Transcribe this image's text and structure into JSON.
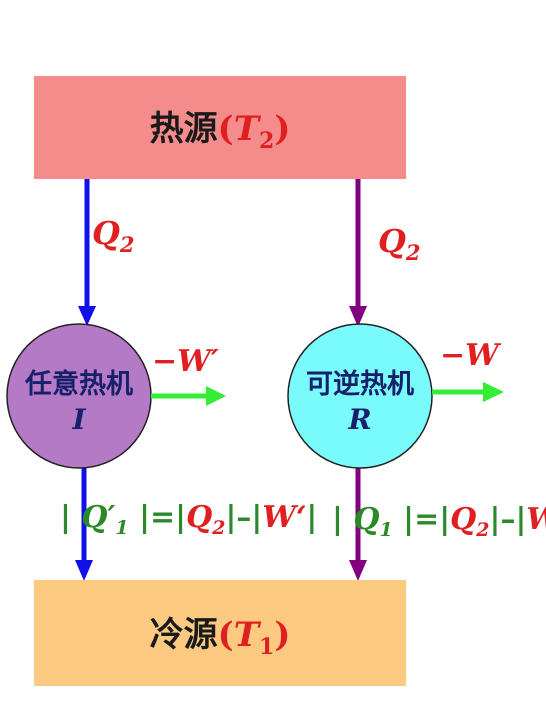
{
  "hot_reservoir": {
    "label": "热源",
    "symbol": "T",
    "subscript": "2"
  },
  "cold_reservoir": {
    "label": "冷源",
    "symbol": "T",
    "subscript": "1"
  },
  "engine_left": {
    "name": "任意热机",
    "symbol": "I",
    "work_label": "−W′",
    "heat_in_label": "Q",
    "heat_in_sub": "2",
    "heat_out_eq": {
      "p1": "| ",
      "q": "Q′",
      "qsub": "1",
      "p2": " |=|",
      "q2": "Q",
      "q2sub": "2",
      "p3": "|–|",
      "w": "W‘",
      "p4": "|"
    }
  },
  "engine_right": {
    "name": "可逆热机",
    "symbol": "R",
    "work_label": "−W",
    "heat_in_label": "Q",
    "heat_in_sub": "2",
    "heat_out_eq": {
      "p1": "| ",
      "q": "Q",
      "qsub": "1",
      "p2": " |=|",
      "q2": "Q",
      "q2sub": "2",
      "p3": "|–|",
      "w": "W",
      "p4": "|"
    }
  },
  "colors": {
    "hot": "#f58c8c",
    "cold": "#fbc97f",
    "engine_left": "#b57ac6",
    "engine_right": "#79fbfb",
    "arrow_left": "#1010e8",
    "arrow_right": "#800080",
    "work_arrow": "#33ee33",
    "label_red": "#e02020",
    "label_green": "#2a8a2a"
  }
}
